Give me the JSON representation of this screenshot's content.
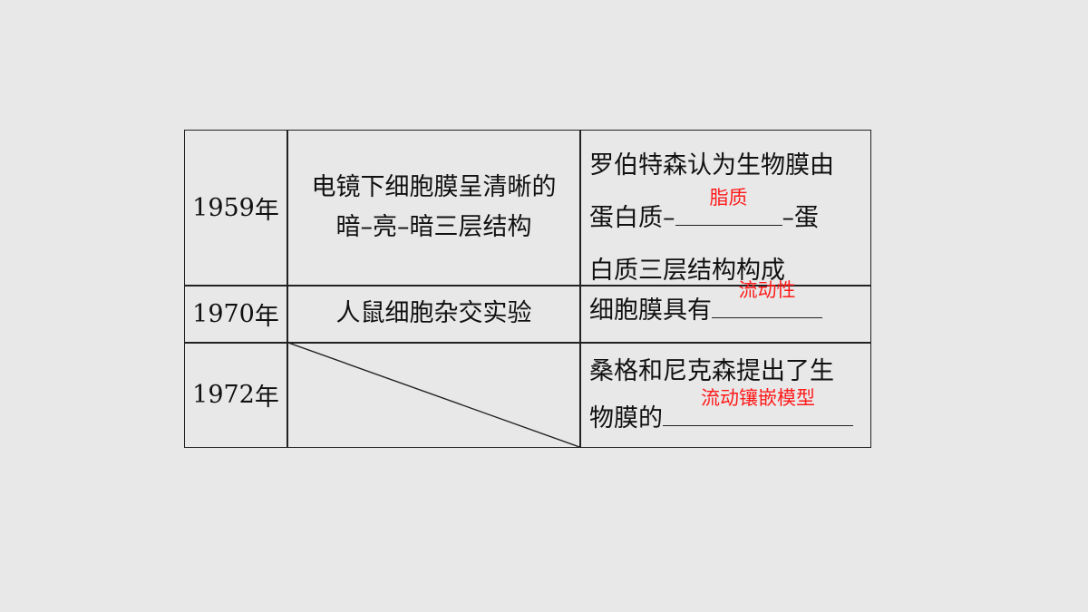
{
  "table": {
    "rows": [
      {
        "year": "1959",
        "year_suffix": "年",
        "phenomenon_line1": "电镜下细胞膜呈清晰的",
        "phenomenon_line2": "暗–亮–暗三层结构",
        "conclusion_line1": "罗伯特森认为生物膜由",
        "conclusion_line2_pre": "蛋白质–",
        "answer": "脂质",
        "conclusion_line2_post": "–蛋",
        "conclusion_line3": "白质三层结构构成"
      },
      {
        "year": "1970",
        "year_suffix": "年",
        "phenomenon": "人鼠细胞杂交实验",
        "conclusion_pre": "细胞膜具有",
        "answer": "流动性"
      },
      {
        "year": "1972",
        "year_suffix": "年",
        "conclusion_line1": "桑格和尼克森提出了生",
        "conclusion_line2_pre": "物膜的",
        "answer": "流动镶嵌模型"
      }
    ]
  },
  "colors": {
    "background": "#e8e8e8",
    "grid": "#222222",
    "text": "#111111",
    "answer": "#ff1a1a"
  }
}
